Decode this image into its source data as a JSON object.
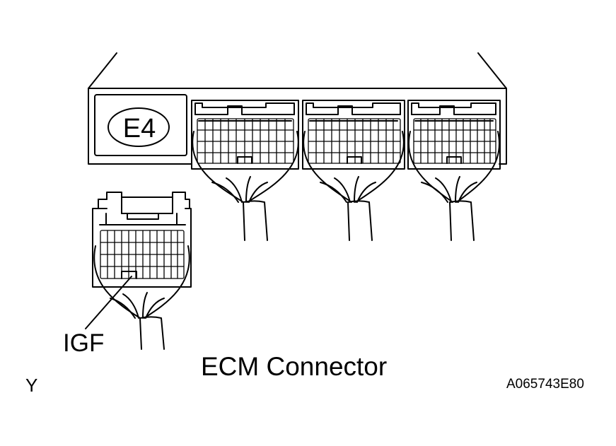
{
  "diagram": {
    "title": "ECM Connector",
    "connector_id": "E4",
    "pin_label": "IGF",
    "corner_mark": "Y",
    "figure_code": "A065743E80"
  },
  "colors": {
    "line": "#000000",
    "background": "#ffffff"
  }
}
